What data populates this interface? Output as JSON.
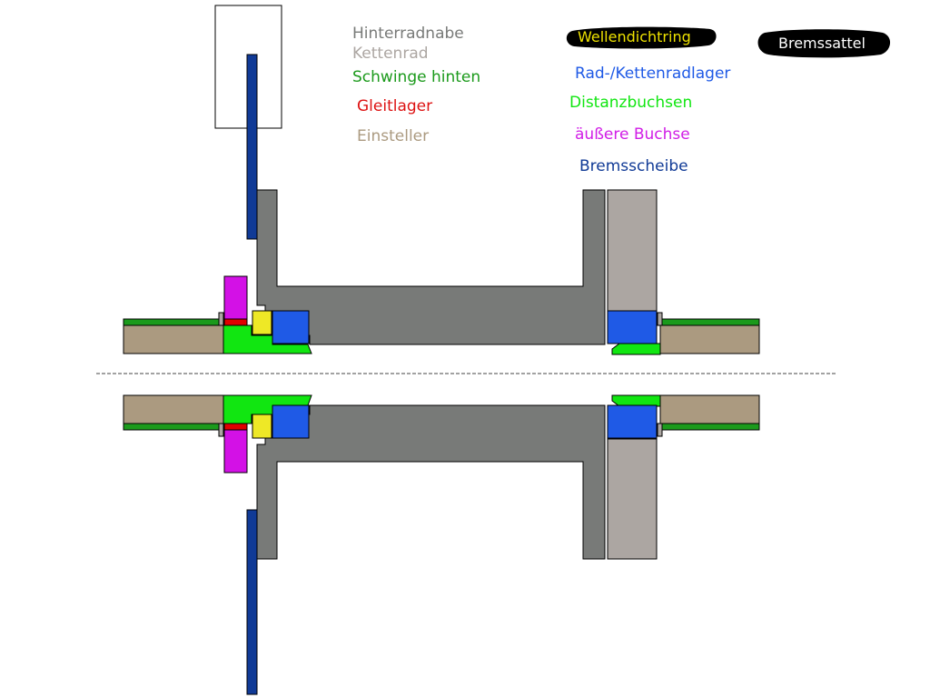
{
  "legend": {
    "hub": {
      "label": "Hinterradnabe",
      "color": "#787a78"
    },
    "sprocket": {
      "label": "Kettenrad",
      "color": "#aca6a2"
    },
    "swingarm": {
      "label": "Schwinge hinten",
      "color": "#1b9a1b"
    },
    "plain_bearing": {
      "label": "Gleitlager",
      "color": "#dd1111"
    },
    "adjuster": {
      "label": "Einsteller",
      "color": "#ab9a80"
    },
    "seal": {
      "label": "Wellendichtring",
      "color": "#eee200",
      "bg": "#000000"
    },
    "caliper": {
      "label": "Bremssattel",
      "color": "#ffffff",
      "bg": "#000000"
    },
    "bearings": {
      "label": "Rad-/Kettenradlager",
      "color": "#1f5ae6"
    },
    "spacers": {
      "label": "Distanzbuchsen",
      "color": "#11e611"
    },
    "outer_bushing": {
      "label": "äußere Buchse",
      "color": "#d11ee6"
    },
    "disc": {
      "label": "Bremsscheibe",
      "color": "#103a96"
    }
  },
  "colors": {
    "hub": "#787a78",
    "sprocket": "#aca6a2",
    "swingarm": "#1b9a1b",
    "gleitlager": "#e00000",
    "adjuster": "#ab9a80",
    "seal": "#eee826",
    "bearing": "#1f5ae6",
    "spacer": "#11e611",
    "bushing": "#d311e6",
    "disc": "#103a96",
    "outline": "#000000"
  }
}
